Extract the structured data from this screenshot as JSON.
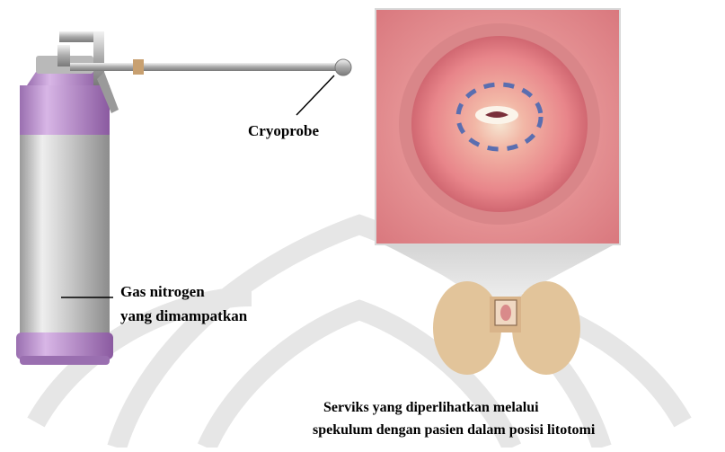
{
  "labels": {
    "cryoprobe": "Cryoprobe",
    "gas_line1": "Gas nitrogen",
    "gas_line2": "yang dimampatkan",
    "caption_line1": "Serviks yang diperlihatkan melalui",
    "caption_line2": "spekulum dengan pasien dalam posisi litotomi"
  },
  "colors": {
    "cylinder_body": "#c8c8c8",
    "cylinder_band": "#b78fc8",
    "cervix_pink": "#e8858a",
    "freeze_ring": "#5a6eb0",
    "watermark": "#e6e6e6",
    "skin": "#e2c49a"
  }
}
